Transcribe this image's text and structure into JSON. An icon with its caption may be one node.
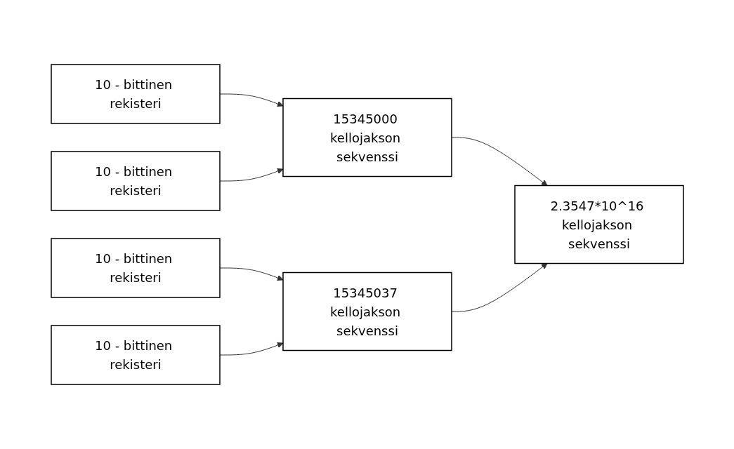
{
  "diagram": {
    "nodes": [
      {
        "text": [
          "10 - bittinen rekisteri"
        ]
      },
      {
        "text": [
          "10 - bittinen rekisteri"
        ]
      },
      {
        "text": [
          "10 - bittinen rekisteri"
        ]
      },
      {
        "text": [
          "10 - bittinen rekisteri"
        ]
      },
      {
        "text": [
          "15345000 kellojakson sekvenssi"
        ]
      },
      {
        "text": [
          "15345037 kellojakson sekvenssi"
        ]
      },
      {
        "text": [
          "2.3547*10^16 kellojakson sekvenssi"
        ]
      }
    ],
    "edges": [
      {
        "from": 0,
        "to": 4,
        "arrow": "to"
      },
      {
        "from": 1,
        "to": 4,
        "arrow": "to"
      },
      {
        "from": 2,
        "to": 5,
        "arrow": "to"
      },
      {
        "from": 3,
        "to": 5,
        "arrow": "to"
      },
      {
        "from": 4,
        "to": 6,
        "arrow": "to"
      },
      {
        "from": 5,
        "to": 6,
        "arrow": "to"
      }
    ]
  }
}
